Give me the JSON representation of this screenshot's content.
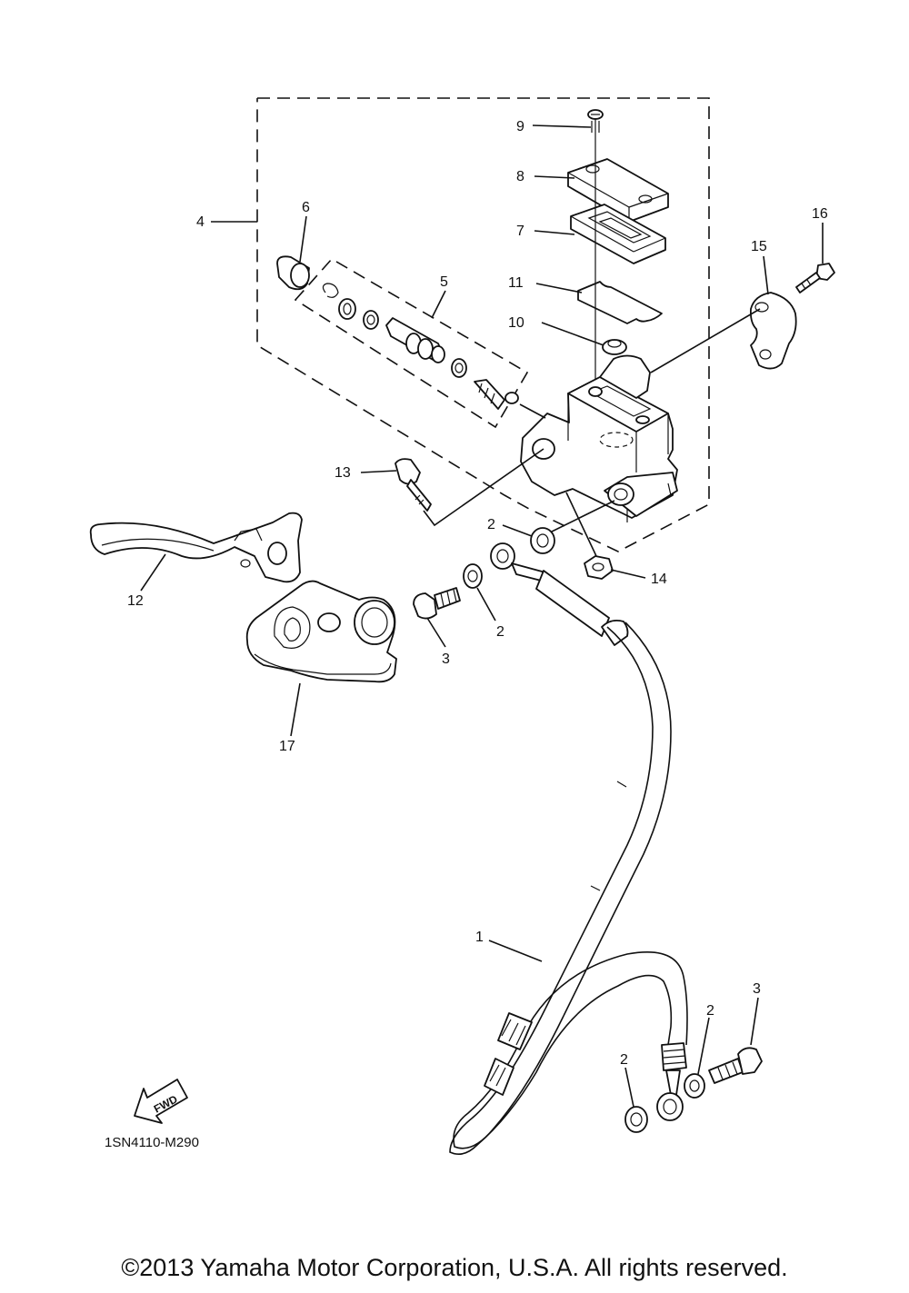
{
  "diagram": {
    "ref_code": "1SN4110-M290",
    "fwd_label": "FWD",
    "callouts": {
      "c1": "1",
      "c2a": "2",
      "c2b": "2",
      "c2c": "2",
      "c2d": "2",
      "c3a": "3",
      "c3b": "3",
      "c4": "4",
      "c5": "5",
      "c6": "6",
      "c7": "7",
      "c8": "8",
      "c9": "9",
      "c10": "10",
      "c11": "11",
      "c12": "12",
      "c13": "13",
      "c14": "14",
      "c15": "15",
      "c16": "16",
      "c17": "17"
    }
  },
  "copyright": "©2013 Yamaha Motor Corporation, U.S.A. All rights reserved."
}
